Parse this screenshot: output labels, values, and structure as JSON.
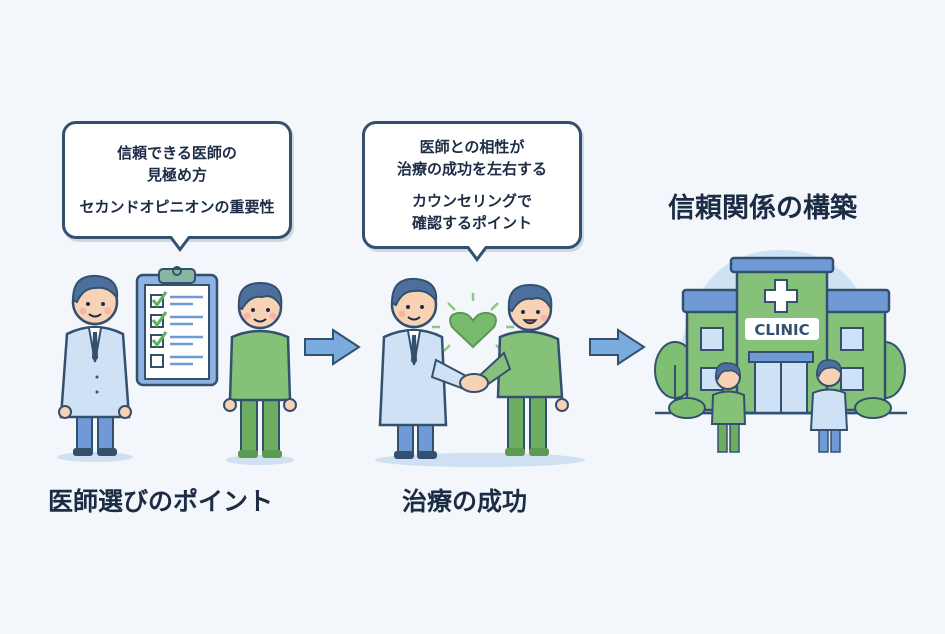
{
  "scene1": {
    "bubble": {
      "lines": [
        "信頼できる医師の",
        "見極め方",
        "セカンドオピニオンの重要性"
      ]
    },
    "caption": "医師選びのポイント",
    "checklist": {
      "checked": 3,
      "unchecked": 1
    }
  },
  "scene2": {
    "bubble": {
      "lines": [
        "医師との相性が",
        "治療の成功を左右する",
        "カウンセリングで",
        "確認するポイント"
      ]
    },
    "caption": "治療の成功"
  },
  "scene3": {
    "title": "信頼関係の構築",
    "sign": "CLINIC"
  },
  "arrows": [
    "arrow-right",
    "arrow-right"
  ],
  "colors": {
    "background": "#f3f6fa",
    "text": "#1d2c45",
    "outline": "#34506f",
    "coat": "#cfe2f5",
    "green": "#76b86a",
    "blue": "#5a8fd6",
    "sky": "#cde3f4"
  }
}
